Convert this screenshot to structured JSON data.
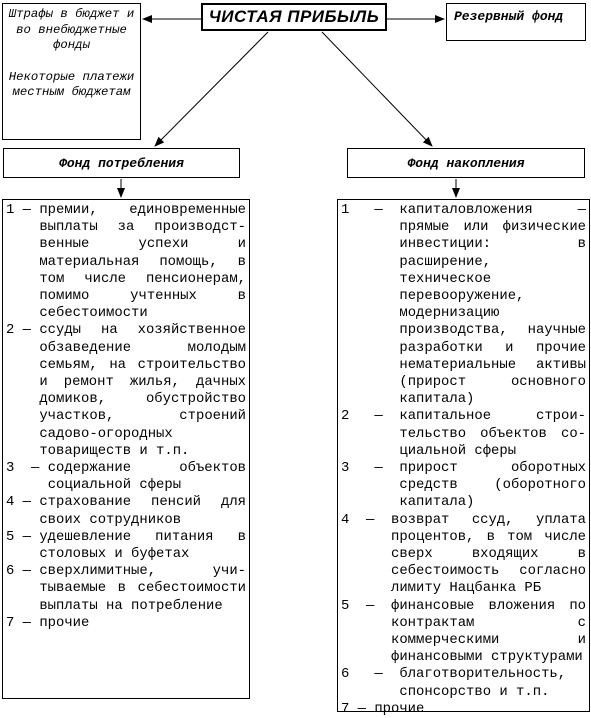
{
  "title": "ЧИСТАЯ ПРИБЫЛЬ",
  "fines": {
    "p1": "Штрафы в бюджет и во внебюджетные фонды",
    "p2": "Некоторые платежи местным бюджетам"
  },
  "reserve": "Резервный фонд",
  "consumption": {
    "header": "Фонд потребления",
    "items": [
      {
        "num": "1 — ",
        "text": "премии, единовременные выплаты за производст-венные успехи и материальная помощь, в том числе пенсионерам, помимо учтенных в себестоимости"
      },
      {
        "num": "2 — ",
        "text": "ссуды на хозяйственное обзаведение молодым семьям, на строительство и ремонт жилья, дачных домиков, обустройство участков, строений садово-огородных товариществ и т.п."
      },
      {
        "num": "3  — ",
        "text": "содержание объектов социальной сферы"
      },
      {
        "num": "4 — ",
        "text": "страхование пенсий для своих сотрудников"
      },
      {
        "num": "5 — ",
        "text": "удешевление питания в столовых и буфетах"
      },
      {
        "num": "6 — ",
        "text": "сверхлимитные, учи-тываемые в себестоимости выплаты на потребление"
      },
      {
        "num": "7 — ",
        "text": "прочие"
      }
    ]
  },
  "accumulation": {
    "header": "Фонд накопления",
    "items": [
      {
        "num": "1   —  ",
        "text": "капиталовложения — прямые или физические инвестиции: в расширение, техническое перевооружение, модернизацию производства, научные разработки и прочие нематериальные активы (прирост основного капитала)"
      },
      {
        "num": "2   —  ",
        "text": "капитальное строи-тельство объектов со-циальной сферы"
      },
      {
        "num": "3   —  ",
        "text": "прирост оборотных средств (оборотного капитала)"
      },
      {
        "num": "4  —  ",
        "text": "возврат ссуд, уплата процентов, в том числе сверх входящих в себестоимость согласно лимиту Нацбанка РБ"
      },
      {
        "num": "5  —  ",
        "text": "финансовые вложения по контрактам с коммерческими и финансовыми структурами"
      },
      {
        "num": "6   —  ",
        "text": "благотворительность, спонсорство и т.п."
      },
      {
        "num": "7 — ",
        "text": "прочие"
      }
    ]
  }
}
